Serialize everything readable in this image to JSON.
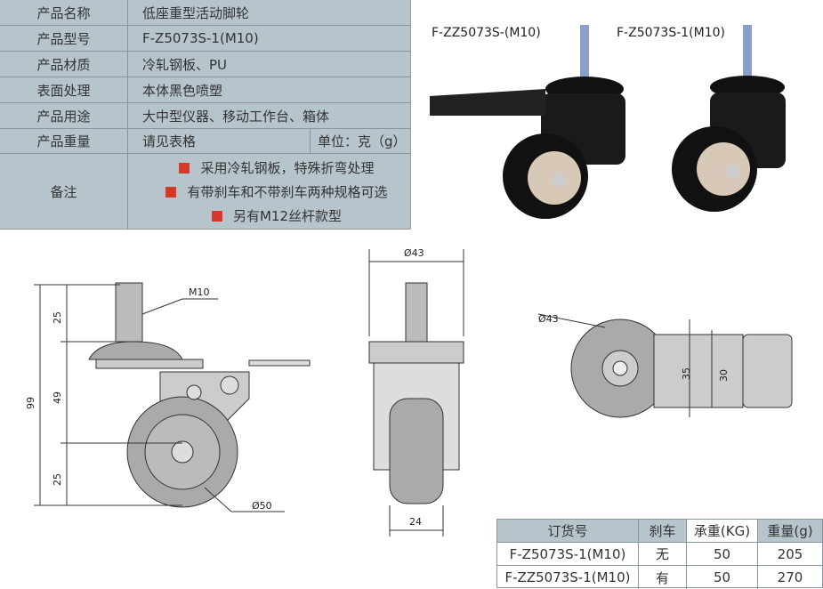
{
  "spec": {
    "rows": [
      {
        "label": "产品名称",
        "value": "低座重型活动脚轮"
      },
      {
        "label": "产品型号",
        "value": "F-Z5073S-1(M10)"
      },
      {
        "label": "产品材质",
        "value": "冷轧钢板、PU"
      },
      {
        "label": "表面处理",
        "value": "本体黑色喷塑"
      },
      {
        "label": "产品用途",
        "value": "大中型仪器、移动工作台、箱体"
      },
      {
        "label": "产品重量",
        "value": "请见表格",
        "unit": "单位：克（g）"
      }
    ],
    "notes_label": "备注",
    "notes": [
      "采用冷轧钢板，特殊折弯处理",
      "有带刹车和不带刹车两种规格可选",
      "另有M12丝杆款型"
    ],
    "bullet_color": "#d33a2c"
  },
  "photos": {
    "brake_label": "F-ZZ5073S-(M10)",
    "nobrake_label": "F-Z5073S-1(M10)"
  },
  "drawing": {
    "side": {
      "thread": "M10",
      "dim_top": "25",
      "dim_mid": "49",
      "dim_bottom": "25",
      "dim_total": "99",
      "wheel_dia": "Ø50"
    },
    "front": {
      "width_top": "Ø43",
      "wheel_width": "24"
    },
    "top": {
      "dia": "Ø43",
      "dim_a": "35",
      "dim_b": "30"
    }
  },
  "order": {
    "headers": [
      "订货号",
      "刹车",
      "承重(KG)",
      "重量(g)"
    ],
    "rows": [
      [
        "F-Z5073S-1(M10)",
        "无",
        "50",
        "205"
      ],
      [
        "F-ZZ5073S-1(M10)",
        "有",
        "50",
        "270"
      ]
    ]
  }
}
